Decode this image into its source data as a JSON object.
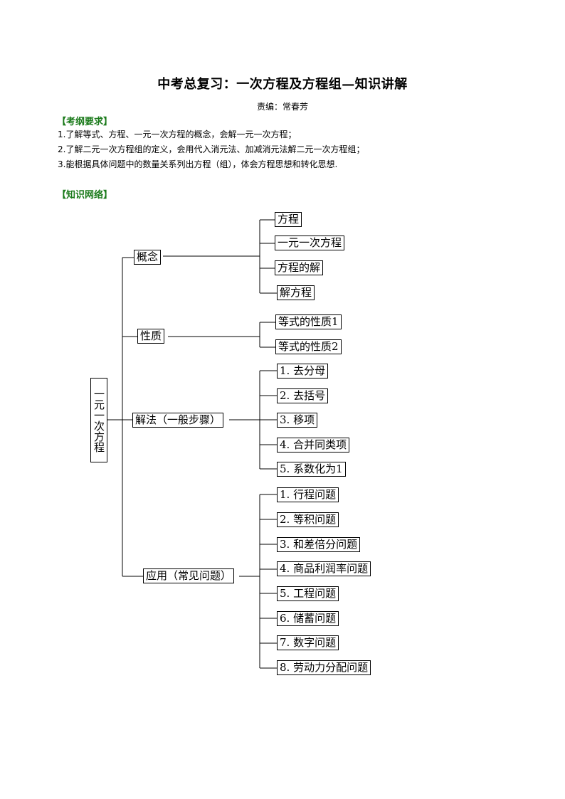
{
  "title": "中考总复习：一次方程及方程组—知识讲解",
  "author": "责编：常春芳",
  "sections": {
    "requirements_head": "【考纲要求】",
    "requirements": [
      "1.了解等式、方程、一元一次方程的概念，会解一元一次方程；",
      "2.了解二元一次方程组的定义，会用代入消元法、加减消元法解二元一次方程组；",
      "3.能根据具体问题中的数量关系列出方程（组），体会方程思想和转化思想."
    ],
    "network_head": "【知识网络】"
  },
  "tree": {
    "root": "一元一次方程",
    "concept": {
      "label": "概念",
      "items": [
        "方程",
        "一元一次方程",
        "方程的解",
        "解方程"
      ]
    },
    "property": {
      "label": "性质",
      "items": [
        "等式的性质1",
        "等式的性质2"
      ]
    },
    "method": {
      "label": "解法（一般步骤）",
      "items": [
        "1. 去分母",
        "2. 去括号",
        "3. 移项",
        "4. 合并同类项",
        "5. 系数化为1"
      ]
    },
    "application": {
      "label": "应用（常见问题）",
      "items": [
        "1. 行程问题",
        "2. 等积问题",
        "3. 和差倍分问题",
        "4. 商品利润率问题",
        "5. 工程问题",
        "6. 储蓄问题",
        "7. 数字问题",
        "8. 劳动力分配问题"
      ]
    }
  }
}
